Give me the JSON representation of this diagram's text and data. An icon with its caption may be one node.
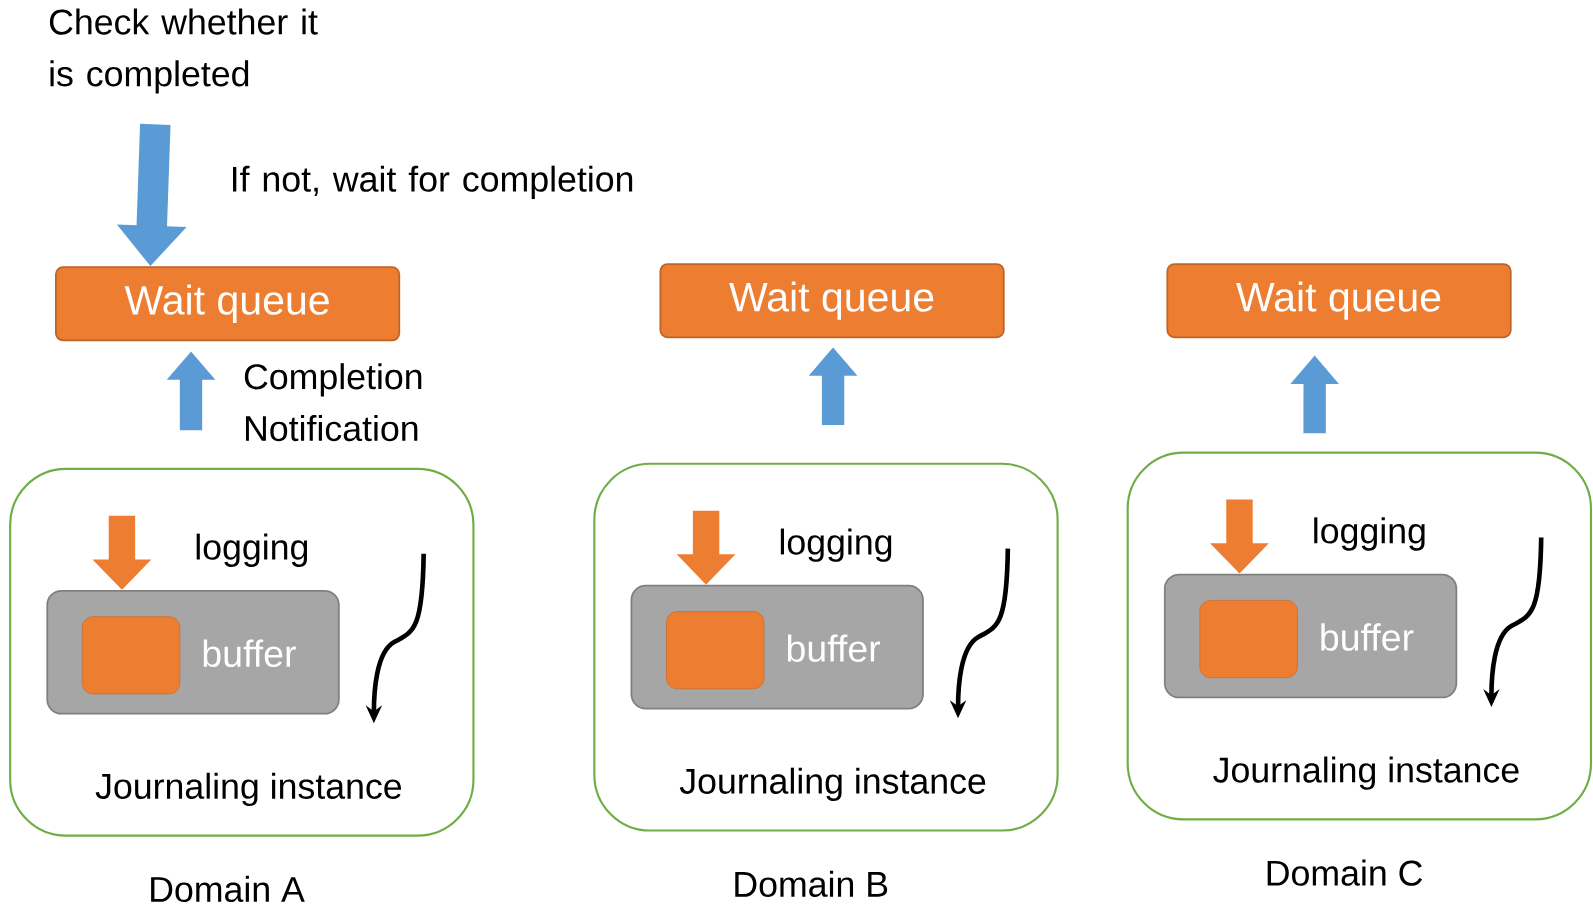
{
  "diagram": {
    "nodes": [
      {
        "text": [
          "Check whether it is completed"
        ]
      },
      {
        "text": [
          "Wait queue"
        ]
      },
      {
        "text": [
          "Journaling instance"
        ],
        "beside": [
          "Domain A"
        ]
      },
      {
        "text": [
          "buffer"
        ],
        "in": 2
      },
      {
        "text": [],
        "shape": "box",
        "in": 3
      },
      {
        "text": [
          "Wait queue"
        ]
      },
      {
        "text": [
          "Journaling instance"
        ],
        "beside": [
          "Domain B"
        ]
      },
      {
        "text": [
          "buffer"
        ],
        "in": 6
      },
      {
        "text": [],
        "shape": "box",
        "in": 7
      },
      {
        "text": [
          "Wait queue"
        ]
      },
      {
        "text": [
          "Journaling instance"
        ],
        "beside": [
          "Domain C"
        ]
      },
      {
        "text": [
          "buffer"
        ],
        "in": 10
      },
      {
        "text": [],
        "shape": "box",
        "in": 11
      }
    ],
    "edges": [
      {
        "from": 0,
        "to": 1,
        "arrow": "to",
        "label": "If not, wait for completion"
      },
      {
        "from": 2,
        "to": 1,
        "arrow": "to",
        "label": "Completion Notification"
      },
      {
        "from": null,
        "to": 3,
        "arrow": "to",
        "label": "logging",
        "color": "#ed7d31"
      },
      {
        "from": 6,
        "to": 5,
        "arrow": "to"
      },
      {
        "from": null,
        "to": 7,
        "arrow": "to",
        "label": "logging",
        "color": "#ed7d31"
      },
      {
        "from": 10,
        "to": 9,
        "arrow": "to"
      },
      {
        "from": null,
        "to": 11,
        "arrow": "to",
        "label": "logging",
        "color": "#ed7d31"
      }
    ]
  }
}
